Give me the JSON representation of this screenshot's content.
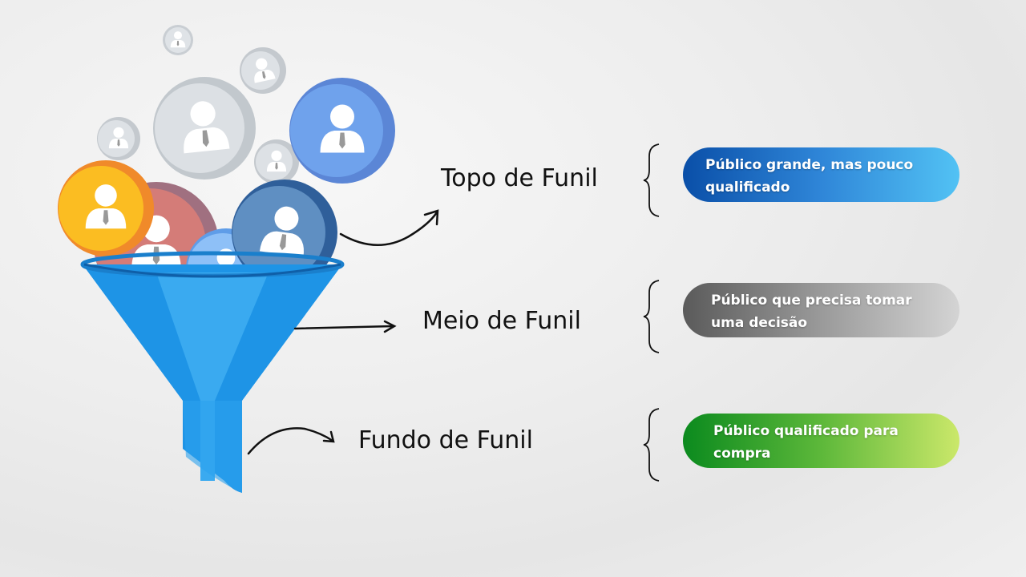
{
  "stages": [
    {
      "label": "Topo de Funil",
      "description": "Público grande, mas pouco qualificado",
      "color": "#2f86d8"
    },
    {
      "label": "Meio de Funil",
      "description": "Público que precisa tomar uma decisão",
      "color": "#9a9a9a"
    },
    {
      "label": "Fundo de Funil",
      "description": "Público qualificado para compra",
      "color": "#5db83a"
    }
  ]
}
